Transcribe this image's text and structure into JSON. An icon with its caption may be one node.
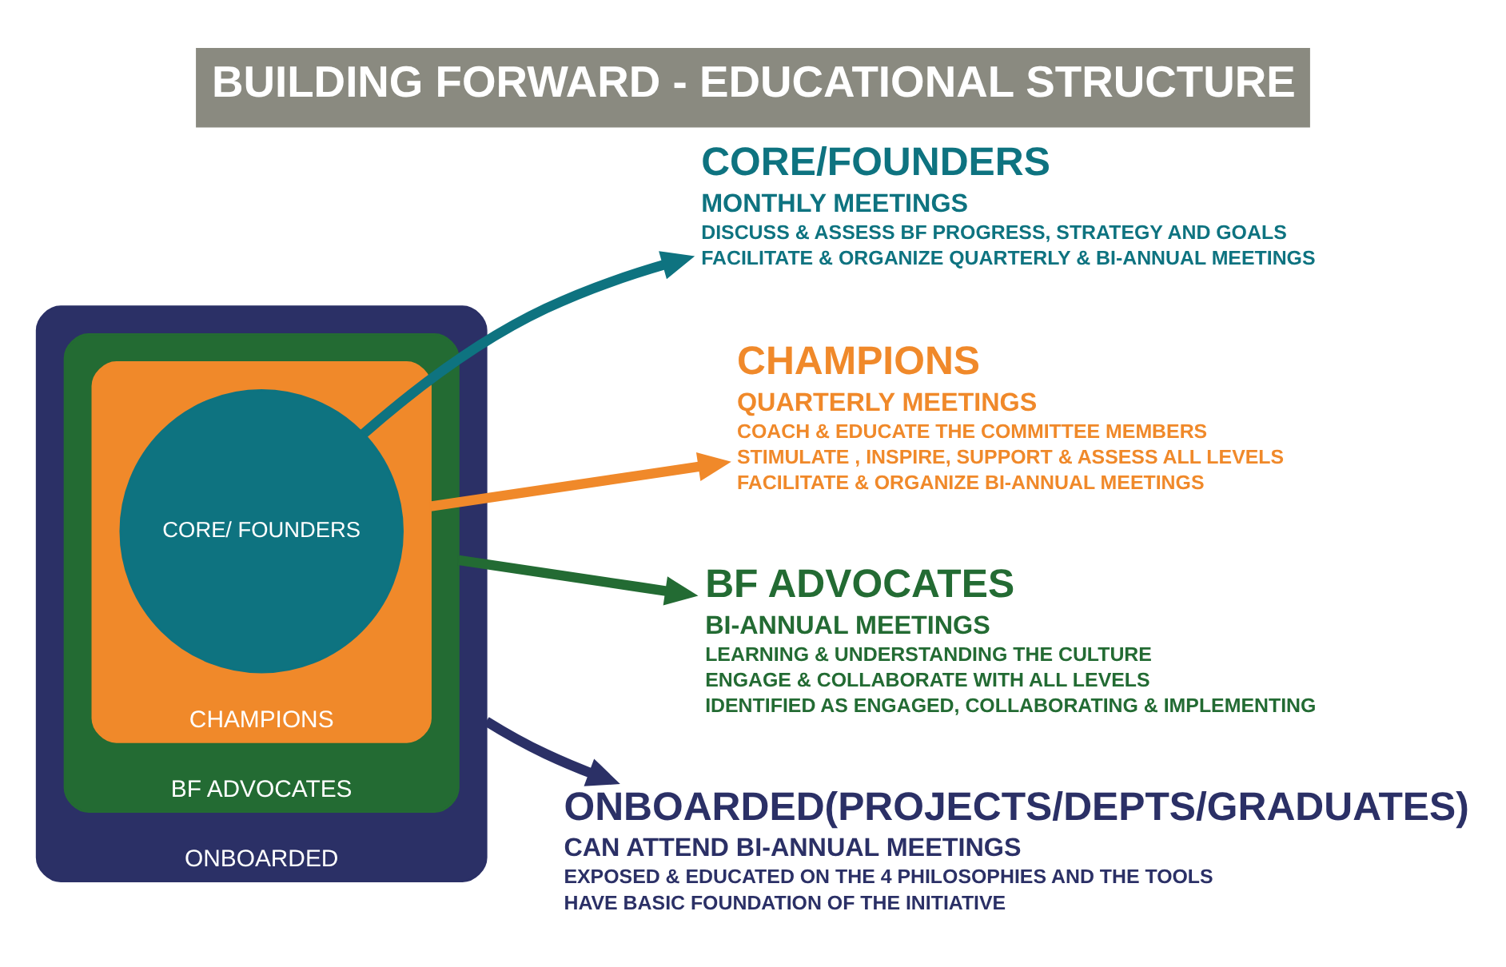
{
  "diagram": {
    "title": "BUILDING FORWARD - EDUCATIONAL STRUCTURE",
    "nodes": [
      {
        "text": [
          "ONBOARDED"
        ]
      },
      {
        "text": [
          "BF ADVOCATES"
        ],
        "in": 0
      },
      {
        "text": [
          "CHAMPIONS"
        ],
        "in": 1
      },
      {
        "text": [
          "CORE/ FOUNDERS"
        ],
        "in": 2
      },
      {
        "text": [
          "CORE/FOUNDERS",
          "MONTHLY MEETINGS",
          "DISCUSS & ASSESS BF PROGRESS, STRATEGY AND GOALS",
          "FACILITATE & ORGANIZE QUARTERLY & BI-ANNUAL MEETINGS"
        ]
      },
      {
        "text": [
          "CHAMPIONS",
          "QUARTERLY MEETINGS",
          "COACH & EDUCATE THE COMMITTEE MEMBERS",
          "STIMULATE , INSPIRE, SUPPORT & ASSESS ALL LEVELS",
          "FACILITATE & ORGANIZE BI-ANNUAL MEETINGS"
        ]
      },
      {
        "text": [
          "BF ADVOCATES",
          "BI-ANNUAL MEETINGS",
          "LEARNING & UNDERSTANDING THE CULTURE",
          "ENGAGE & COLLABORATE WITH ALL LEVELS",
          "IDENTIFIED AS ENGAGED, COLLABORATING & IMPLEMENTING"
        ]
      },
      {
        "text": [
          "ONBOARDED(PROJECTS/DEPTS/GRADUATES)",
          "CAN ATTEND BI-ANNUAL MEETINGS",
          "EXPOSED & EDUCATED ON THE 4 PHILOSOPHIES AND THE TOOLS",
          "HAVE BASIC FOUNDATION OF THE INITIATIVE"
        ]
      }
    ],
    "edges": [
      {
        "from": 3,
        "to": 4,
        "arrow": "to",
        "color": "#0e7380"
      },
      {
        "from": 2,
        "to": 5,
        "arrow": "to",
        "color": "#f0892a"
      },
      {
        "from": 1,
        "to": 6,
        "arrow": "to",
        "color": "#236b33"
      },
      {
        "from": 0,
        "to": 7,
        "arrow": "to",
        "color": "#2b3066"
      }
    ]
  }
}
